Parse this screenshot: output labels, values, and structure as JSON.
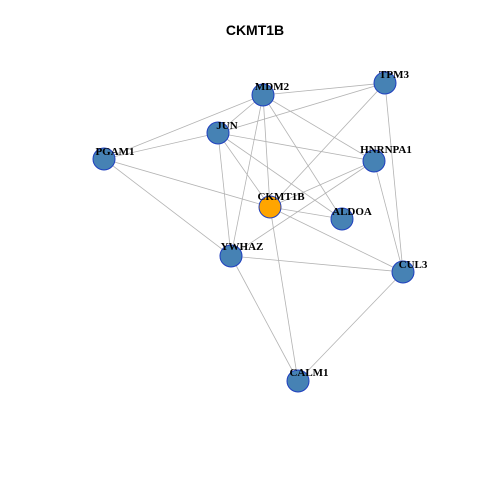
{
  "title": "CKMT1B",
  "colors": {
    "edge": "#b3b3b3",
    "node_fill": "#4682b4",
    "node_stroke": "#1f3fbf",
    "highlight_fill": "#ffa500",
    "label": "#000000"
  },
  "nodes": [
    {
      "id": "MDM2",
      "label": "MDM2",
      "highlight": false
    },
    {
      "id": "TPM3",
      "label": "TPM3",
      "highlight": false
    },
    {
      "id": "JUN",
      "label": "JUN",
      "highlight": false
    },
    {
      "id": "PGAM1",
      "label": "PGAM1",
      "highlight": false
    },
    {
      "id": "HNRNPA1",
      "label": "HNRNPA1",
      "highlight": false
    },
    {
      "id": "CKMT1B",
      "label": "CKMT1B",
      "highlight": true
    },
    {
      "id": "ALDOA",
      "label": "ALDOA",
      "highlight": false
    },
    {
      "id": "YWHAZ",
      "label": "YWHAZ",
      "highlight": false
    },
    {
      "id": "CUL3",
      "label": "CUL3",
      "highlight": false
    },
    {
      "id": "CALM1",
      "label": "CALM1",
      "highlight": false
    }
  ],
  "edges": [
    [
      "MDM2",
      "TPM3"
    ],
    [
      "MDM2",
      "JUN"
    ],
    [
      "MDM2",
      "PGAM1"
    ],
    [
      "MDM2",
      "HNRNPA1"
    ],
    [
      "MDM2",
      "ALDOA"
    ],
    [
      "MDM2",
      "YWHAZ"
    ],
    [
      "MDM2",
      "CKMT1B"
    ],
    [
      "TPM3",
      "JUN"
    ],
    [
      "TPM3",
      "CKMT1B"
    ],
    [
      "TPM3",
      "CUL3"
    ],
    [
      "JUN",
      "PGAM1"
    ],
    [
      "JUN",
      "HNRNPA1"
    ],
    [
      "JUN",
      "ALDOA"
    ],
    [
      "JUN",
      "CKMT1B"
    ],
    [
      "JUN",
      "YWHAZ"
    ],
    [
      "PGAM1",
      "CKMT1B"
    ],
    [
      "PGAM1",
      "YWHAZ"
    ],
    [
      "HNRNPA1",
      "CKMT1B"
    ],
    [
      "HNRNPA1",
      "YWHAZ"
    ],
    [
      "HNRNPA1",
      "CUL3"
    ],
    [
      "CKMT1B",
      "ALDOA"
    ],
    [
      "CKMT1B",
      "CUL3"
    ],
    [
      "CKMT1B",
      "CALM1"
    ],
    [
      "YWHAZ",
      "CUL3"
    ],
    [
      "YWHAZ",
      "CALM1"
    ],
    [
      "CUL3",
      "CALM1"
    ]
  ]
}
